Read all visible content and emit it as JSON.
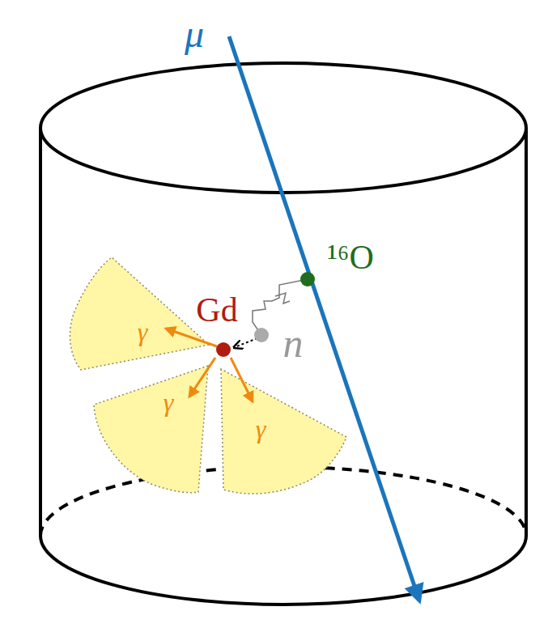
{
  "diagram": {
    "labels": [
      "μ",
      "¹⁶O",
      "Gd",
      "n",
      "γ",
      "γ",
      "γ"
    ]
  }
}
